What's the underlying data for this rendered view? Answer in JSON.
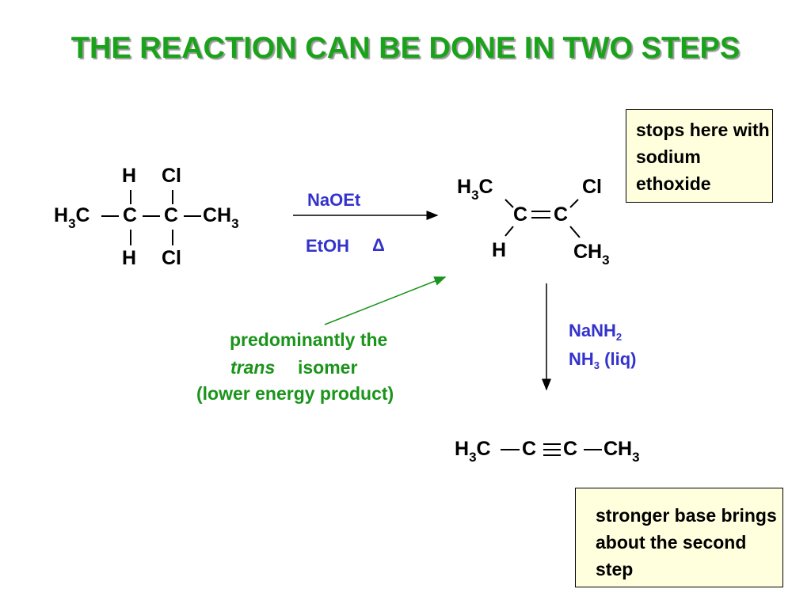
{
  "title": "THE REACTION CAN BE DONE IN TWO STEPS",
  "reactant": {
    "top_left": "H",
    "top_right": "Cl",
    "left_group": "H",
    "left_group_sub": "3",
    "left_group_tail": "C",
    "c1": "C",
    "c2": "C",
    "right_group": "CH",
    "right_group_sub": "3",
    "bottom_left": "H",
    "bottom_right": "Cl"
  },
  "step1": {
    "reagent": "NaOEt",
    "solvent": "EtOH",
    "heat_symbol": "Δ"
  },
  "alkene": {
    "tl_h": "H",
    "tl_sub": "3",
    "tl_c": "C",
    "tr": "Cl",
    "c1": "C",
    "c2": "C",
    "bl": "H",
    "br": "CH",
    "br_sub": "3"
  },
  "note1": "stops here with sodium ethoxide",
  "trans_note": {
    "line1": "predominantly the",
    "line2_italic": "trans",
    "line2_rest": "isomer",
    "line3": "(lower energy product)"
  },
  "step2": {
    "reagent_main": "NaNH",
    "reagent_sub": "2",
    "solvent_main": "NH",
    "solvent_sub": "3",
    "solvent_rest": "(liq)"
  },
  "alkyne": {
    "left_h": "H",
    "left_sub": "3",
    "left_c": "C",
    "c1": "C",
    "c2": "C",
    "right": "CH",
    "right_sub": "3"
  },
  "note2": "stronger base brings about the second step",
  "colors": {
    "title": "#1aa31a",
    "reagent": "#3333cc",
    "note_text": "#1a941a",
    "note_bg": "#ffffdd"
  }
}
